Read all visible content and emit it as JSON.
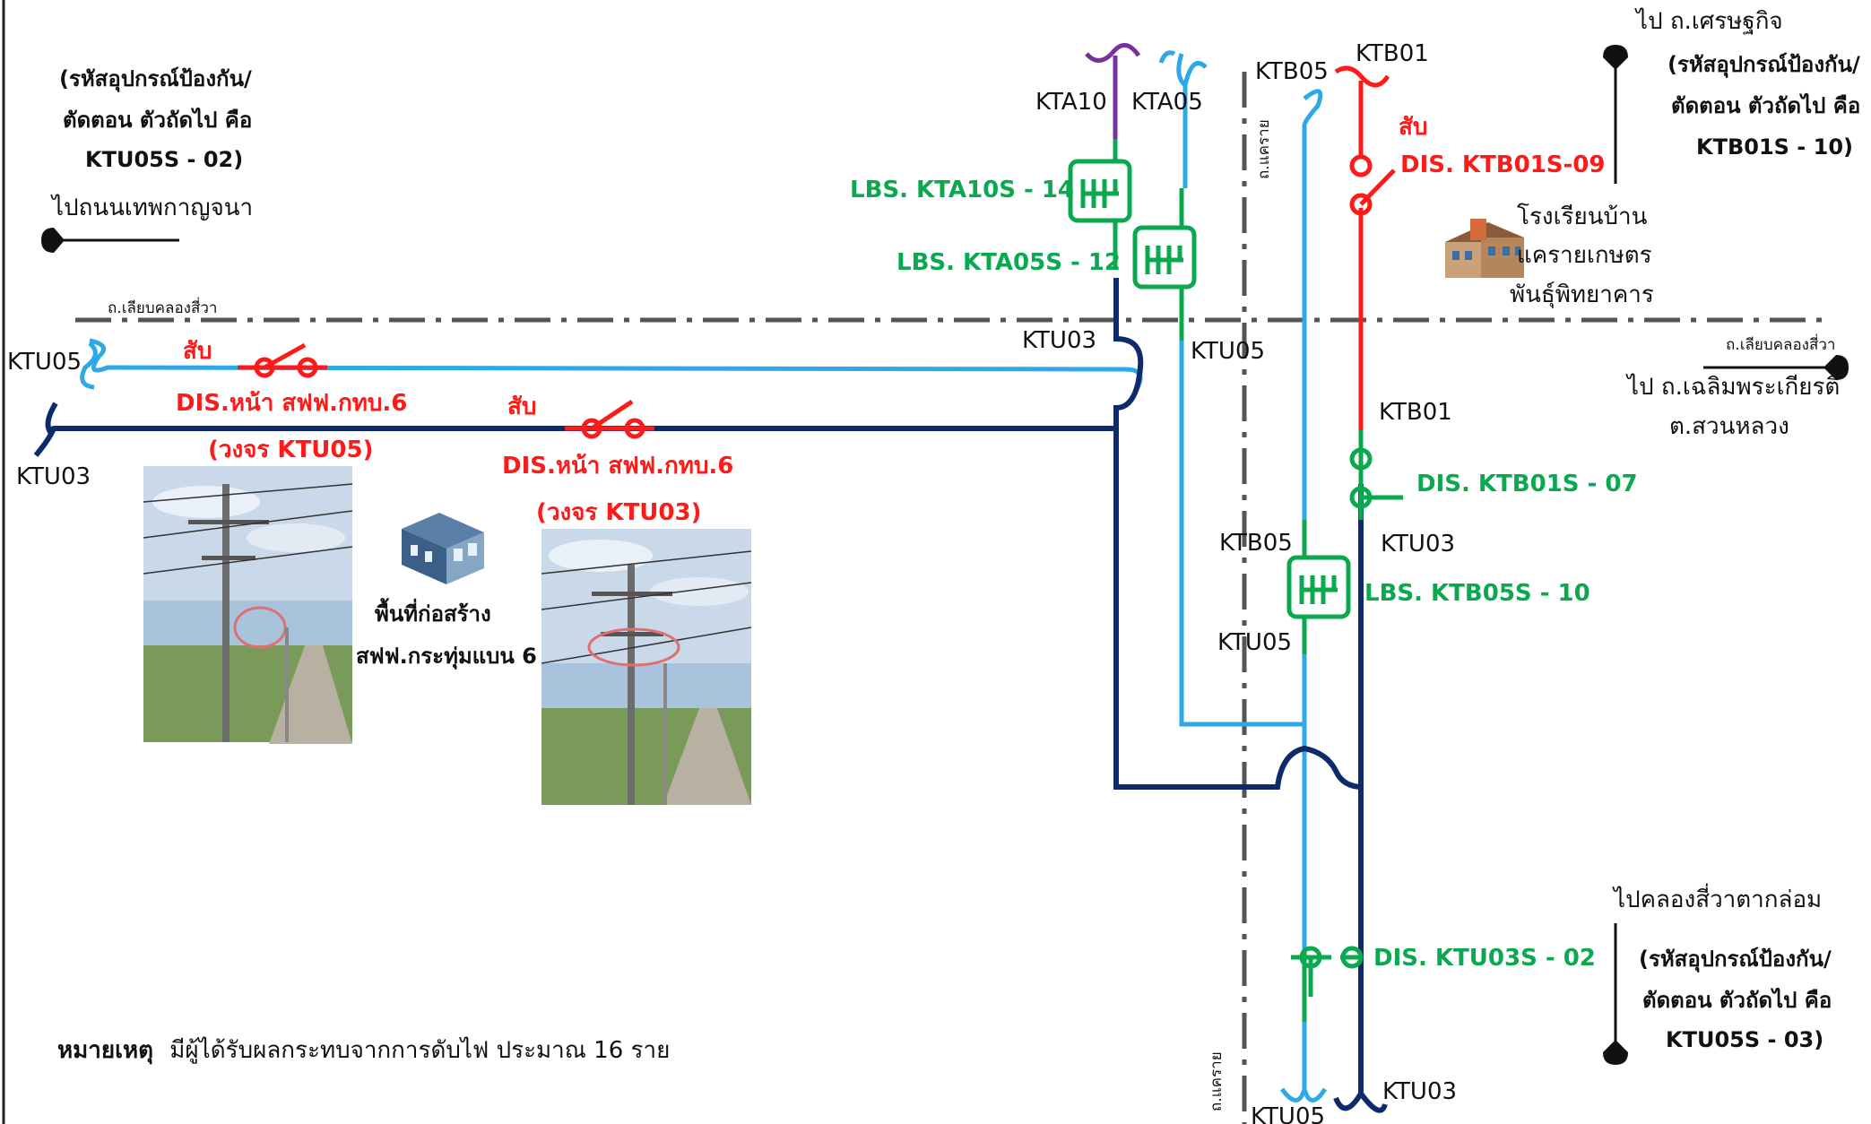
{
  "colors": {
    "light_blue": "#2ea8e6",
    "dark_navy": "#0d2a6b",
    "red": "#ff1a1a",
    "green": "#0aa84f",
    "purple": "#7a2f9e",
    "road_gray": "#555555"
  },
  "roads": {
    "top_road": "ถ.เลียบคลองสี่วา",
    "right_road": "ถ.เลียบคลองสี่วา",
    "vertical_road_top": "ถ.แคราย",
    "vertical_road_bottom": "ถ.แคราย"
  },
  "directions": {
    "top_left_note": [
      "(รหัสอุปกรณ์ป้องกัน/",
      "ตัดตอน ตัวถัดไป คือ",
      "KTU05S - 02)"
    ],
    "left_arrow": "ไปถนนเทพกาญจนา",
    "top_right_arrow": "ไป ถ.เศรษฐกิจ",
    "top_right_note": [
      "(รหัสอุปกรณ์ป้องกัน/",
      "ตัดตอน ตัวถัดไป คือ",
      "KTB01S - 10)"
    ],
    "right_arrow": [
      "ไป ถ.เฉลิมพระเกียรติ",
      "ต.สวนหลวง"
    ],
    "bottom_right_arrow": "ไปคลองสี่วาตากล่อม",
    "bottom_right_note": [
      "(รหัสอุปกรณ์ป้องกัน/",
      "ตัดตอน ตัวถัดไป คือ",
      "KTU05S - 03)"
    ]
  },
  "lines": {
    "ktu05_left": "KTU05",
    "ktu03_left": "KTU03",
    "kta10": "KTA10",
    "kta05": "KTA05",
    "ktb05_top": "KTB05",
    "ktb01_top": "KTB01",
    "ktu03_mid": "KTU03",
    "ktu05_mid": "KTU05",
    "ktb01_mid": "KTB01",
    "ktu03_right": "KTU03",
    "ktb05_mid": "KTB05",
    "ktu05_lower": "KTU05",
    "ktu03_bottom": "KTU03",
    "ktu05_bottom": "KTU05"
  },
  "devices": {
    "lbs_kta10": "LBS. KTA10S - 14",
    "lbs_kta05": "LBS. KTA05S - 12",
    "lbs_ktb05": "LBS. KTB05S - 10",
    "dis_ktb01_09": "DIS. KTB01S-09",
    "dis_ktb01_09_state": "สับ",
    "dis_ktb01_07": "DIS. KTB01S - 07",
    "dis_ktu03_02": "DIS. KTU03S - 02",
    "dis_front_1": "DIS.หน้า สฟฟ.กทบ.6",
    "dis_front_1_state": "สับ",
    "dis_front_1_circuit": "(วงจร KTU05)",
    "dis_front_2": "DIS.หน้า สฟฟ.กทบ.6",
    "dis_front_2_state": "สับ",
    "dis_front_2_circuit": "(วงจร KTU03)"
  },
  "places": {
    "school": [
      "โรงเรียนบ้าน",
      "แคราย​เกษตร",
      "พันธุ์พิทยาคาร"
    ],
    "construction": [
      "พื้นที่ก่อสร้าง",
      "สฟฟ.กระทุ่มแบน 6"
    ]
  },
  "note": {
    "label": "หมายเหตุ",
    "text": "มีผู้ได้รับผลกระทบจากการดับไฟ ประมาณ 16 ราย"
  }
}
